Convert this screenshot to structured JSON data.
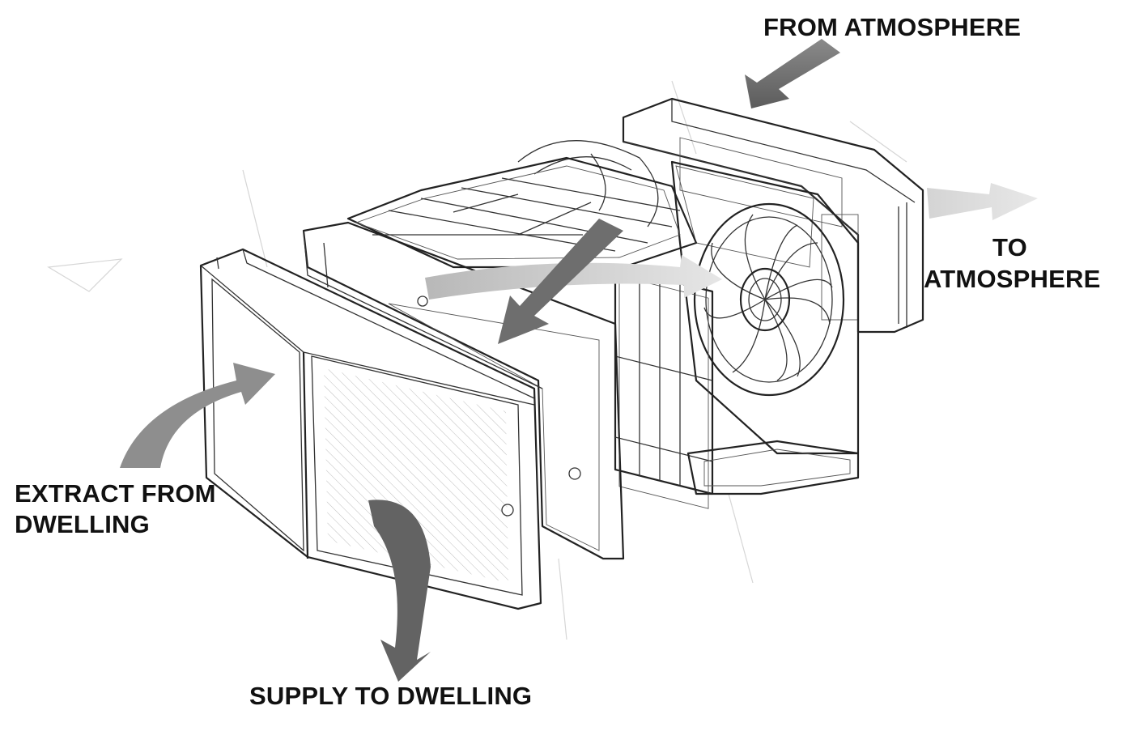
{
  "labels": {
    "from_atmosphere": "FROM ATMOSPHERE",
    "to_atmosphere_line1": "TO",
    "to_atmosphere_line2": "ATMOSPHERE",
    "extract_line1": "EXTRACT FROM",
    "extract_line2": "DWELLING",
    "supply_to_dwelling": "SUPPLY TO DWELLING"
  },
  "colors": {
    "dark_arrow": "#6b6b6b",
    "medium_arrow": "#8e8e8e",
    "light_arrow": "#c4c4c4",
    "line": "#222222",
    "label": "#111111"
  },
  "icons": {
    "fan": "fan-icon",
    "heat_exchanger": "heat-exchanger-core-icon",
    "arrows": "airflow-arrow-icon"
  }
}
